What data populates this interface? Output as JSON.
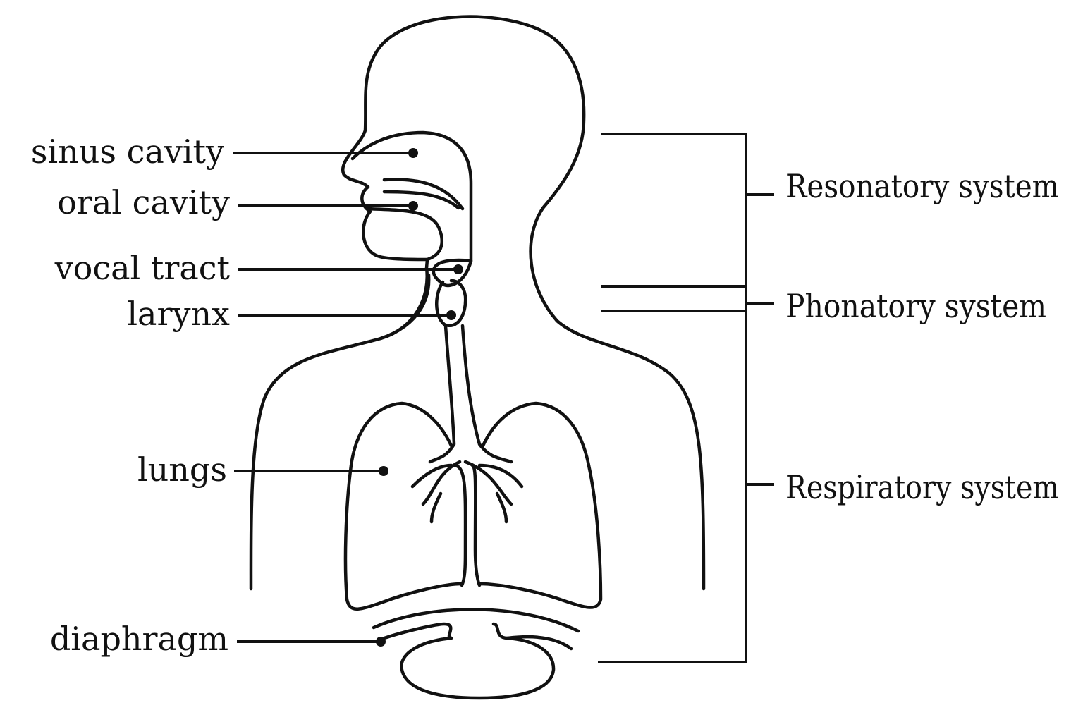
{
  "labels": {
    "sinus_cavity": "sinus cavity",
    "oral_cavity": "oral cavity",
    "vocal_tract": "vocal tract",
    "larynx": "larynx",
    "lungs": "lungs",
    "diaphragm": "diaphragm"
  },
  "systems": {
    "resonatory": "Resonatory system",
    "phonatory": "Phonatory system",
    "respiratory": "Respiratory system"
  },
  "colors": {
    "line": "#111111",
    "background": "#ffffff"
  }
}
